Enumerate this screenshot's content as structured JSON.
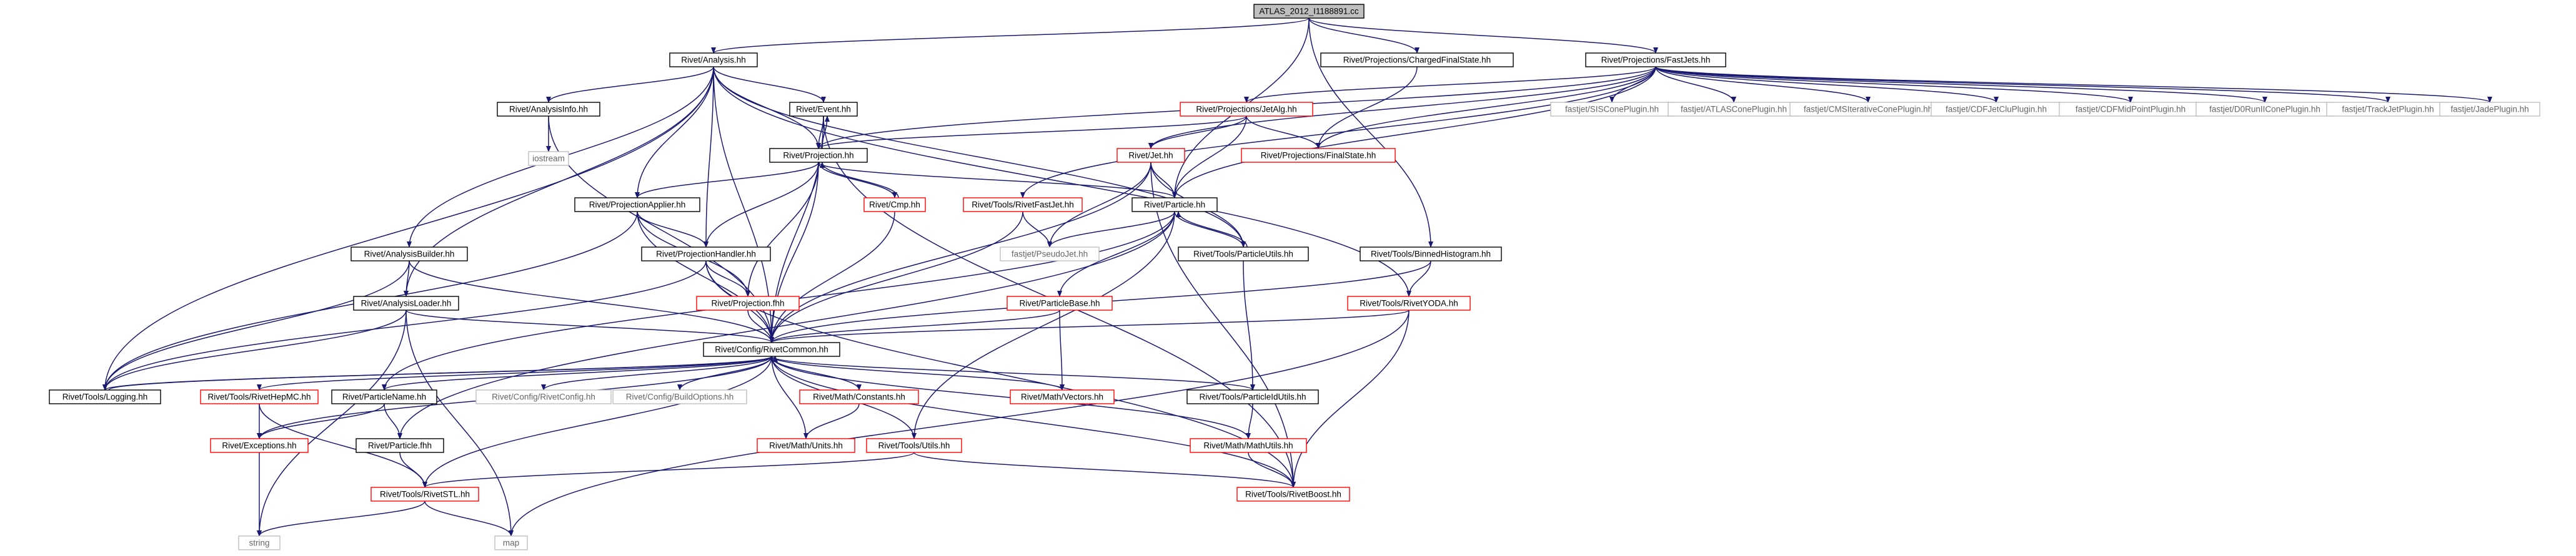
{
  "colors": {
    "edge": "#191970",
    "node_border_black": "#000000",
    "node_border_red": "#ff0000",
    "node_border_gray": "#bfbfbf",
    "root_fill": "#bfbfbf",
    "text": "#000000",
    "external_text": "#666666"
  },
  "nodes": [
    {
      "id": "root",
      "label": "ATLAS_2012_I1188891.cc",
      "style": "root"
    },
    {
      "id": "analysis",
      "label": "Rivet/Analysis.hh",
      "style": "black"
    },
    {
      "id": "chargedfs",
      "label": "Rivet/Projections/ChargedFinalState.hh",
      "style": "black"
    },
    {
      "id": "fastjets",
      "label": "Rivet/Projections/FastJets.hh",
      "style": "black"
    },
    {
      "id": "analysisinfo",
      "label": "Rivet/AnalysisInfo.hh",
      "style": "black"
    },
    {
      "id": "event",
      "label": "Rivet/Event.hh",
      "style": "black"
    },
    {
      "id": "jetalg",
      "label": "Rivet/Projections/JetAlg.hh",
      "style": "red"
    },
    {
      "id": "siscone",
      "label": "fastjet/SISConePlugin.hh",
      "style": "gray"
    },
    {
      "id": "atlascone",
      "label": "fastjet/ATLASConePlugin.hh",
      "style": "gray"
    },
    {
      "id": "cmsiter",
      "label": "fastjet/CMSIterativeConePlugin.hh",
      "style": "gray"
    },
    {
      "id": "cdfjetclu",
      "label": "fastjet/CDFJetCluPlugin.hh",
      "style": "gray"
    },
    {
      "id": "cdfmidpoint",
      "label": "fastjet/CDFMidPointPlugin.hh",
      "style": "gray"
    },
    {
      "id": "d0run",
      "label": "fastjet/D0RunIIConePlugin.hh",
      "style": "gray"
    },
    {
      "id": "trackjet",
      "label": "fastjet/TrackJetPlugin.hh",
      "style": "gray"
    },
    {
      "id": "jade",
      "label": "fastjet/JadePlugin.hh",
      "style": "gray"
    },
    {
      "id": "iostream",
      "label": "iostream",
      "style": "gray"
    },
    {
      "id": "projection",
      "label": "Rivet/Projection.hh",
      "style": "black"
    },
    {
      "id": "jet",
      "label": "Rivet/Jet.hh",
      "style": "red"
    },
    {
      "id": "finalstate",
      "label": "Rivet/Projections/FinalState.hh",
      "style": "red"
    },
    {
      "id": "cmp",
      "label": "Rivet/Cmp.hh",
      "style": "red"
    },
    {
      "id": "particle",
      "label": "Rivet/Particle.hh",
      "style": "black"
    },
    {
      "id": "projapplier",
      "label": "Rivet/ProjectionApplier.hh",
      "style": "black"
    },
    {
      "id": "rivetfastjet",
      "label": "Rivet/Tools/RivetFastJet.hh",
      "style": "red"
    },
    {
      "id": "pseudojet",
      "label": "fastjet/PseudoJet.hh",
      "style": "gray"
    },
    {
      "id": "particleutils",
      "label": "Rivet/Tools/ParticleUtils.hh",
      "style": "black"
    },
    {
      "id": "binnedhisto",
      "label": "Rivet/Tools/BinnedHistogram.hh",
      "style": "black"
    },
    {
      "id": "analysisbuilder",
      "label": "Rivet/AnalysisBuilder.hh",
      "style": "black"
    },
    {
      "id": "projhandler",
      "label": "Rivet/ProjectionHandler.hh",
      "style": "black"
    },
    {
      "id": "analysisloader",
      "label": "Rivet/AnalysisLoader.hh",
      "style": "black"
    },
    {
      "id": "projectionfhh",
      "label": "Rivet/Projection.fhh",
      "style": "red"
    },
    {
      "id": "particlebase",
      "label": "Rivet/ParticleBase.hh",
      "style": "red"
    },
    {
      "id": "rivetyoda",
      "label": "Rivet/Tools/RivetYODA.hh",
      "style": "red"
    },
    {
      "id": "rivetcommon",
      "label": "Rivet/Config/RivetCommon.hh",
      "style": "black"
    },
    {
      "id": "logging",
      "label": "Rivet/Tools/Logging.hh",
      "style": "black"
    },
    {
      "id": "rivethepmc",
      "label": "Rivet/Tools/RivetHepMC.hh",
      "style": "red"
    },
    {
      "id": "particlename",
      "label": "Rivet/ParticleName.hh",
      "style": "black"
    },
    {
      "id": "rivetconfig",
      "label": "Rivet/Config/RivetConfig.hh",
      "style": "gray"
    },
    {
      "id": "buildoptions",
      "label": "Rivet/Config/BuildOptions.hh",
      "style": "gray"
    },
    {
      "id": "constants",
      "label": "Rivet/Math/Constants.hh",
      "style": "red"
    },
    {
      "id": "vectors",
      "label": "Rivet/Math/Vectors.hh",
      "style": "red"
    },
    {
      "id": "particleidutils",
      "label": "Rivet/Tools/ParticleIdUtils.hh",
      "style": "black"
    },
    {
      "id": "exceptions",
      "label": "Rivet/Exceptions.hh",
      "style": "red"
    },
    {
      "id": "particlefhh",
      "label": "Rivet/Particle.fhh",
      "style": "black"
    },
    {
      "id": "mathunits",
      "label": "Rivet/Math/Units.hh",
      "style": "red"
    },
    {
      "id": "utils",
      "label": "Rivet/Tools/Utils.hh",
      "style": "red"
    },
    {
      "id": "mathutils",
      "label": "Rivet/Math/MathUtils.hh",
      "style": "red"
    },
    {
      "id": "rivetstl",
      "label": "Rivet/Tools/RivetSTL.hh",
      "style": "red"
    },
    {
      "id": "rivetboost",
      "label": "Rivet/Tools/RivetBoost.hh",
      "style": "red"
    },
    {
      "id": "string",
      "label": "string",
      "style": "gray"
    },
    {
      "id": "map",
      "label": "map",
      "style": "gray"
    }
  ],
  "edges": [
    [
      "root",
      "analysis"
    ],
    [
      "root",
      "chargedfs"
    ],
    [
      "root",
      "fastjets"
    ],
    [
      "root",
      "particle"
    ],
    [
      "root",
      "binnedhisto"
    ],
    [
      "analysis",
      "analysisinfo"
    ],
    [
      "analysis",
      "event"
    ],
    [
      "analysis",
      "projection"
    ],
    [
      "analysis",
      "projapplier"
    ],
    [
      "analysis",
      "projhandler"
    ],
    [
      "analysis",
      "analysisbuilder"
    ],
    [
      "analysis",
      "analysisloader"
    ],
    [
      "analysis",
      "rivetcommon"
    ],
    [
      "analysis",
      "logging"
    ],
    [
      "analysis",
      "rivetyoda"
    ],
    [
      "analysis",
      "particleutils"
    ],
    [
      "chargedfs",
      "finalstate"
    ],
    [
      "fastjets",
      "jetalg"
    ],
    [
      "fastjets",
      "siscone"
    ],
    [
      "fastjets",
      "atlascone"
    ],
    [
      "fastjets",
      "cmsiter"
    ],
    [
      "fastjets",
      "cdfjetclu"
    ],
    [
      "fastjets",
      "cdfmidpoint"
    ],
    [
      "fastjets",
      "d0run"
    ],
    [
      "fastjets",
      "trackjet"
    ],
    [
      "fastjets",
      "jade"
    ],
    [
      "fastjets",
      "jet"
    ],
    [
      "fastjets",
      "particle"
    ],
    [
      "fastjets",
      "projection"
    ],
    [
      "fastjets",
      "rivetfastjet"
    ],
    [
      "fastjets",
      "finalstate"
    ],
    [
      "analysisinfo",
      "iostream"
    ],
    [
      "analysisinfo",
      "rivetcommon"
    ],
    [
      "event",
      "projection"
    ],
    [
      "event",
      "rivetcommon"
    ],
    [
      "event",
      "rivetboost"
    ],
    [
      "jetalg",
      "projection"
    ],
    [
      "jetalg",
      "jet"
    ],
    [
      "jetalg",
      "particle"
    ],
    [
      "jetalg",
      "finalstate"
    ],
    [
      "projection",
      "event"
    ],
    [
      "projection",
      "cmp"
    ],
    [
      "projection",
      "particle"
    ],
    [
      "projection",
      "projapplier"
    ],
    [
      "projection",
      "projhandler"
    ],
    [
      "projection",
      "projectionfhh"
    ],
    [
      "projection",
      "rivetcommon"
    ],
    [
      "jet",
      "particle"
    ],
    [
      "jet",
      "pseudojet"
    ],
    [
      "jet",
      "particleutils"
    ],
    [
      "jet",
      "rivetcommon"
    ],
    [
      "jet",
      "rivetboost"
    ],
    [
      "cmp",
      "projection"
    ],
    [
      "cmp",
      "rivetcommon"
    ],
    [
      "particle",
      "particleutils"
    ],
    [
      "particle",
      "pseudojet"
    ],
    [
      "particle",
      "particlebase"
    ],
    [
      "particle",
      "particlefhh"
    ],
    [
      "particle",
      "utils"
    ],
    [
      "particle",
      "particlename"
    ],
    [
      "projapplier",
      "projhandler"
    ],
    [
      "projapplier",
      "projectionfhh"
    ],
    [
      "projapplier",
      "rivetcommon"
    ],
    [
      "projapplier",
      "logging"
    ],
    [
      "rivetfastjet",
      "pseudojet"
    ],
    [
      "rivetfastjet",
      "rivetcommon"
    ],
    [
      "particleutils",
      "particle"
    ],
    [
      "particleutils",
      "particleidutils"
    ],
    [
      "binnedhisto",
      "rivetyoda"
    ],
    [
      "binnedhisto",
      "rivetcommon"
    ],
    [
      "analysisbuilder",
      "analysisloader"
    ],
    [
      "analysisbuilder",
      "rivetcommon"
    ],
    [
      "analysisbuilder",
      "logging"
    ],
    [
      "projhandler",
      "projectionfhh"
    ],
    [
      "projhandler",
      "rivetcommon"
    ],
    [
      "projhandler",
      "logging"
    ],
    [
      "projhandler",
      "rivetboost"
    ],
    [
      "analysisloader",
      "rivetcommon"
    ],
    [
      "analysisloader",
      "logging"
    ],
    [
      "analysisloader",
      "string"
    ],
    [
      "analysisloader",
      "map"
    ],
    [
      "projectionfhh",
      "rivetcommon"
    ],
    [
      "particlebase",
      "rivetcommon"
    ],
    [
      "particlebase",
      "vectors"
    ],
    [
      "rivetyoda",
      "rivetcommon"
    ],
    [
      "rivetyoda",
      "rivetboost"
    ],
    [
      "rivetyoda",
      "map"
    ],
    [
      "rivetcommon",
      "logging"
    ],
    [
      "rivetcommon",
      "rivethepmc"
    ],
    [
      "rivetcommon",
      "particlename"
    ],
    [
      "rivetcommon",
      "rivetconfig"
    ],
    [
      "rivetcommon",
      "buildoptions"
    ],
    [
      "rivetcommon",
      "constants"
    ],
    [
      "rivetcommon",
      "vectors"
    ],
    [
      "rivetcommon",
      "particleidutils"
    ],
    [
      "rivetcommon",
      "exceptions"
    ],
    [
      "rivetcommon",
      "mathunits"
    ],
    [
      "rivetcommon",
      "utils"
    ],
    [
      "rivetcommon",
      "mathutils"
    ],
    [
      "rivetcommon",
      "rivetstl"
    ],
    [
      "rivetcommon",
      "rivetboost"
    ],
    [
      "logging",
      "rivetcommon"
    ],
    [
      "rivethepmc",
      "exceptions"
    ],
    [
      "rivethepmc",
      "rivetstl"
    ],
    [
      "particlename",
      "particlefhh"
    ],
    [
      "particlename",
      "exceptions"
    ],
    [
      "constants",
      "mathunits"
    ],
    [
      "particleidutils",
      "mathutils"
    ],
    [
      "exceptions",
      "string"
    ],
    [
      "particlefhh",
      "rivetstl"
    ],
    [
      "utils",
      "rivetstl"
    ],
    [
      "utils",
      "rivetboost"
    ],
    [
      "mathutils",
      "rivetboost"
    ],
    [
      "rivetstl",
      "string"
    ],
    [
      "rivetstl",
      "map"
    ]
  ]
}
